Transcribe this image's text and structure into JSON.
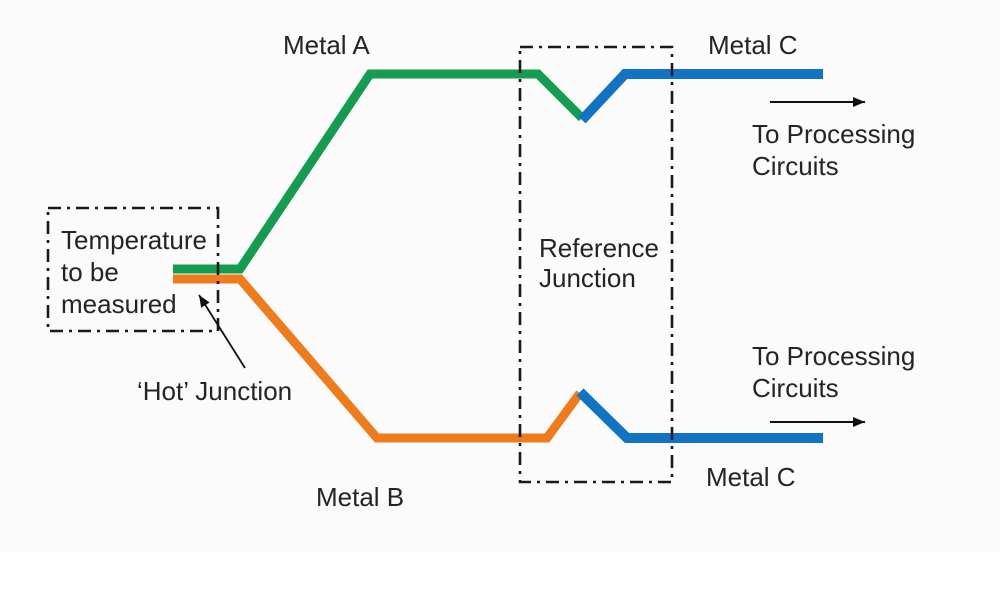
{
  "labels": {
    "metal_a": "Metal A",
    "metal_b": "Metal B",
    "metal_c_top": "Metal C",
    "metal_c_bottom": "Metal C",
    "hot_junction": "‘Hot’ Junction"
  },
  "measured_box": {
    "lines": [
      "Temperature",
      "to be",
      "measured"
    ]
  },
  "reference_box": {
    "lines": [
      "Reference",
      "Junction"
    ]
  },
  "processing_top": {
    "lines": [
      "To Processing",
      "Circuits"
    ]
  },
  "processing_bottom": {
    "lines": [
      "To Processing",
      "Circuits"
    ]
  },
  "colors": {
    "metal_a": "#169c50",
    "metal_b": "#ee7c1e",
    "metal_c": "#1273c2",
    "outline": "#1a1a1a"
  }
}
